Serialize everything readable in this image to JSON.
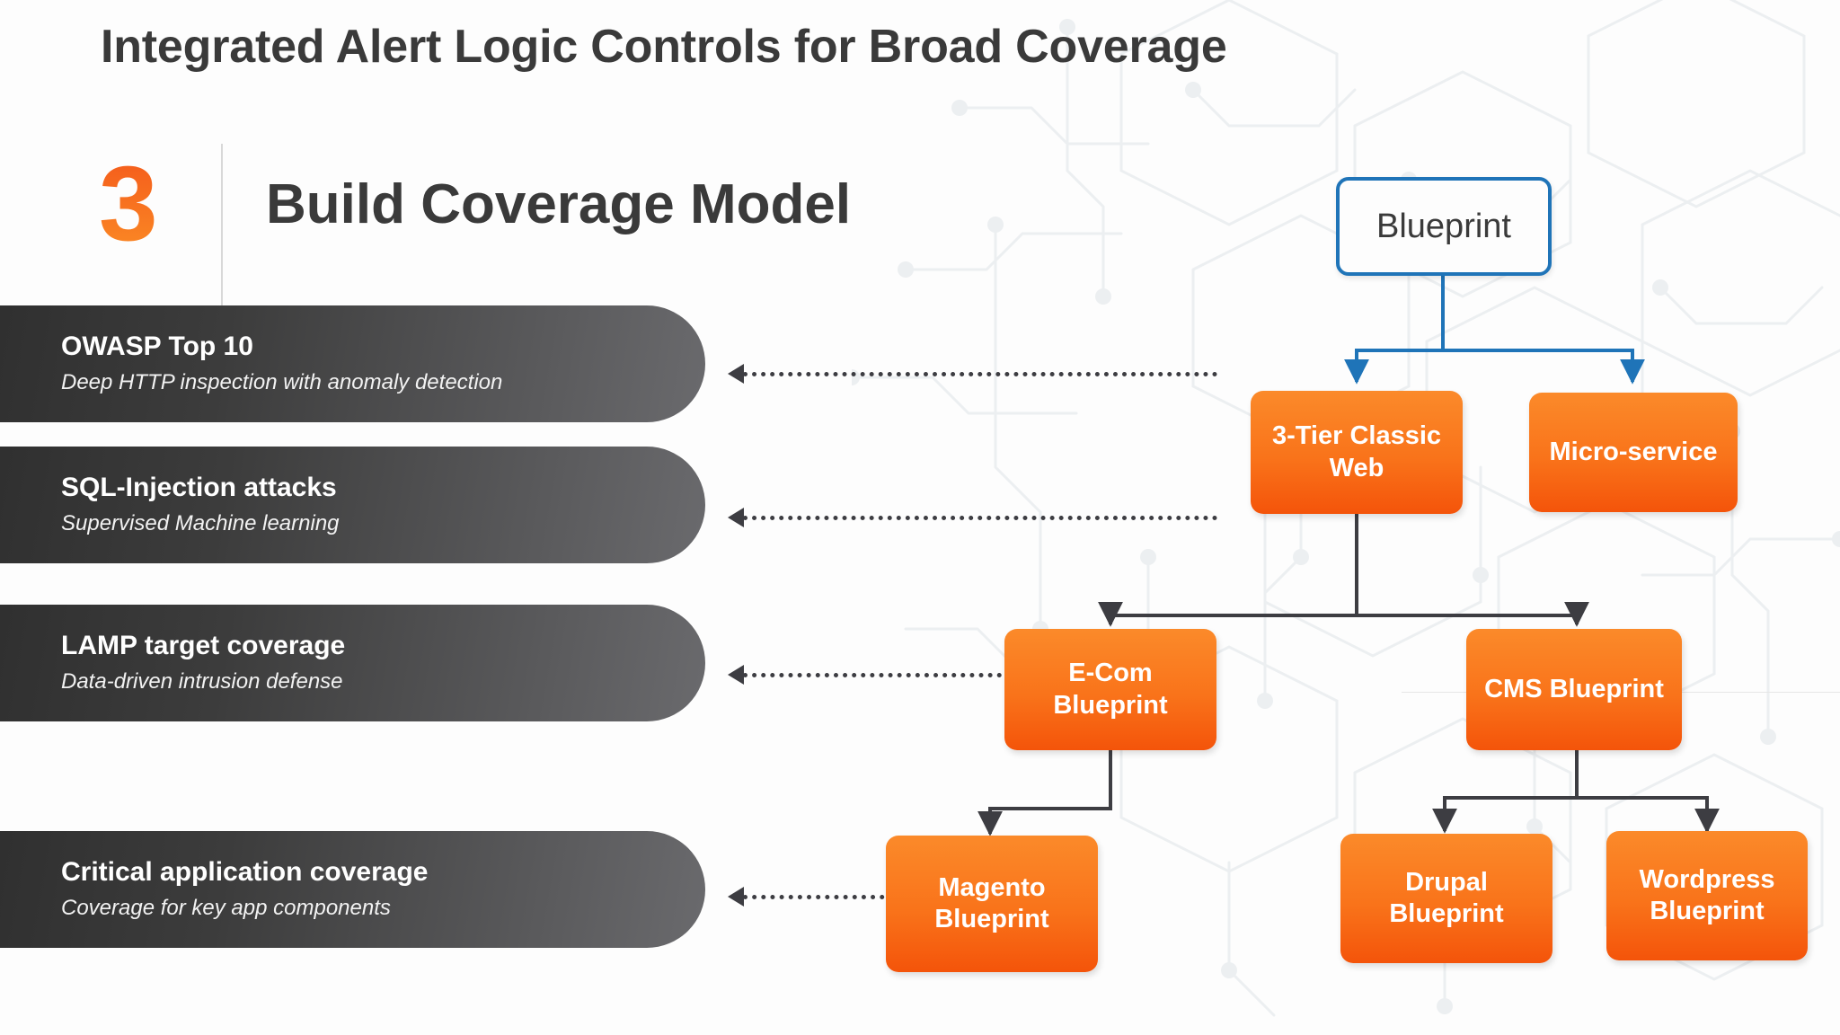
{
  "slide": {
    "title": "Integrated Alert Logic Controls for Broad Coverage",
    "step_number": "3",
    "heading": "Build Coverage Model",
    "accent_orange": "#F4590E",
    "accent_blue": "#1F74B8",
    "pill_dark": "#2E2E2E",
    "connector_gray": "#3D3D42"
  },
  "capabilities": [
    {
      "title": "OWASP Top 10",
      "subtitle": "Deep HTTP inspection with anomaly detection"
    },
    {
      "title": "SQL-Injection attacks",
      "subtitle": "Supervised Machine learning"
    },
    {
      "title": "LAMP target coverage",
      "subtitle": "Data-driven intrusion defense"
    },
    {
      "title": "Critical application coverage",
      "subtitle": "Coverage for key app components"
    }
  ],
  "tree": {
    "root": {
      "label": "Blueprint"
    },
    "level1": [
      {
        "label": "3-Tier Classic Web"
      },
      {
        "label": "Micro-service"
      }
    ],
    "level2": [
      {
        "label": "E-Com Blueprint"
      },
      {
        "label": "CMS Blueprint"
      }
    ],
    "level3": [
      {
        "label": "Magento Blueprint"
      },
      {
        "label": "Drupal Blueprint"
      },
      {
        "label": "Wordpress Blueprint"
      }
    ]
  }
}
